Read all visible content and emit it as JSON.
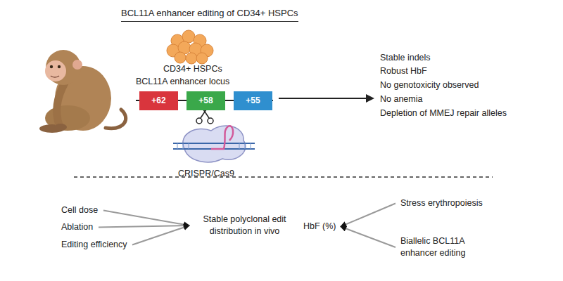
{
  "diagram": {
    "title": "BCL11A enhancer editing of CD34+ HSPCs",
    "nodes": [
      {
        "text": [
          "+62"
        ]
      },
      {
        "text": [
          "+58"
        ]
      },
      {
        "text": [
          "+55"
        ]
      },
      {
        "text": [
          "Cell dose"
        ]
      },
      {
        "text": [
          "Ablation"
        ]
      },
      {
        "text": [
          "Editing efficiency"
        ]
      },
      {
        "text": [
          "Stable polyclonal edit distribution in vivo"
        ]
      },
      {
        "text": [
          "HbF (%)"
        ]
      },
      {
        "text": [
          "Stress erythropoiesis"
        ]
      },
      {
        "text": [
          "Biallelic BCL11A enhancer editing"
        ]
      }
    ],
    "edges": [
      {
        "from": 3,
        "to": 6,
        "arrow": "to"
      },
      {
        "from": 4,
        "to": 6,
        "arrow": "to"
      },
      {
        "from": 5,
        "to": 6,
        "arrow": "to"
      },
      {
        "from": 8,
        "to": 7,
        "arrow": "to"
      },
      {
        "from": 9,
        "to": 7,
        "arrow": "to"
      }
    ],
    "labels": [
      "CD34+ HSPCs",
      "BCL11A enhancer locus",
      "CRISPR/Cas9",
      "Stable indels",
      "Robust HbF",
      "No genotoxicity observed",
      "No anemia",
      "Depletion of MMEJ repair alleles"
    ]
  }
}
